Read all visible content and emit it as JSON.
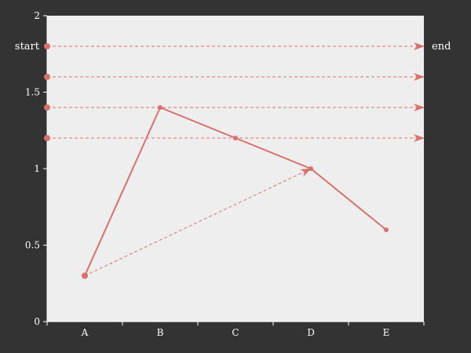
{
  "chart_data": {
    "type": "line",
    "categories": [
      "A",
      "B",
      "C",
      "D",
      "E"
    ],
    "ylim": [
      0,
      2
    ],
    "yticks": [
      0,
      0.5,
      1,
      1.5,
      2
    ],
    "ytick_labels": [
      "0",
      "0.5",
      "1",
      "1.5",
      "2"
    ],
    "grid": false,
    "series": [
      {
        "values": [
          0.3,
          1.4,
          1.2,
          1.0,
          0.6
        ]
      }
    ],
    "arrow_lines": [
      {
        "y": 1.8,
        "start_label": "start",
        "end_label": "end"
      },
      {
        "y": 1.6
      },
      {
        "y": 1.4
      },
      {
        "y": 1.2
      }
    ],
    "arrow_segments": [
      {
        "from": {
          "x": "A",
          "y": 0.3
        },
        "to": {
          "x": "D",
          "y": 1.0
        }
      }
    ]
  },
  "colors": {
    "background": "#333333",
    "plot_area": "#eeeeee",
    "series": "#d9706b",
    "axis": "#ffffff",
    "text": "#ffffff"
  }
}
